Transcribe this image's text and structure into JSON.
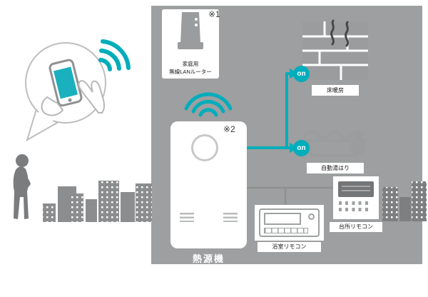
{
  "colors": {
    "teal": "#00adbb",
    "panel_gray": "#9d9fa0",
    "building_light": "#8b8d8e",
    "building_dark": "#7d7f80",
    "silhouette_gray": "#7a7c7e"
  },
  "notes": {
    "note1": "※1",
    "note2": "※2"
  },
  "router": {
    "line1": "家庭用",
    "line2": "無線LANルーター"
  },
  "appliances": {
    "floor_heating": {
      "label": "床暖房",
      "status": "on"
    },
    "auto_bath": {
      "label": "自動湯はり",
      "status": "on"
    }
  },
  "heat_source": {
    "label": "熱源機"
  },
  "remotes": {
    "bath": "浴室リモコン",
    "kitchen": "台所リモコン"
  }
}
